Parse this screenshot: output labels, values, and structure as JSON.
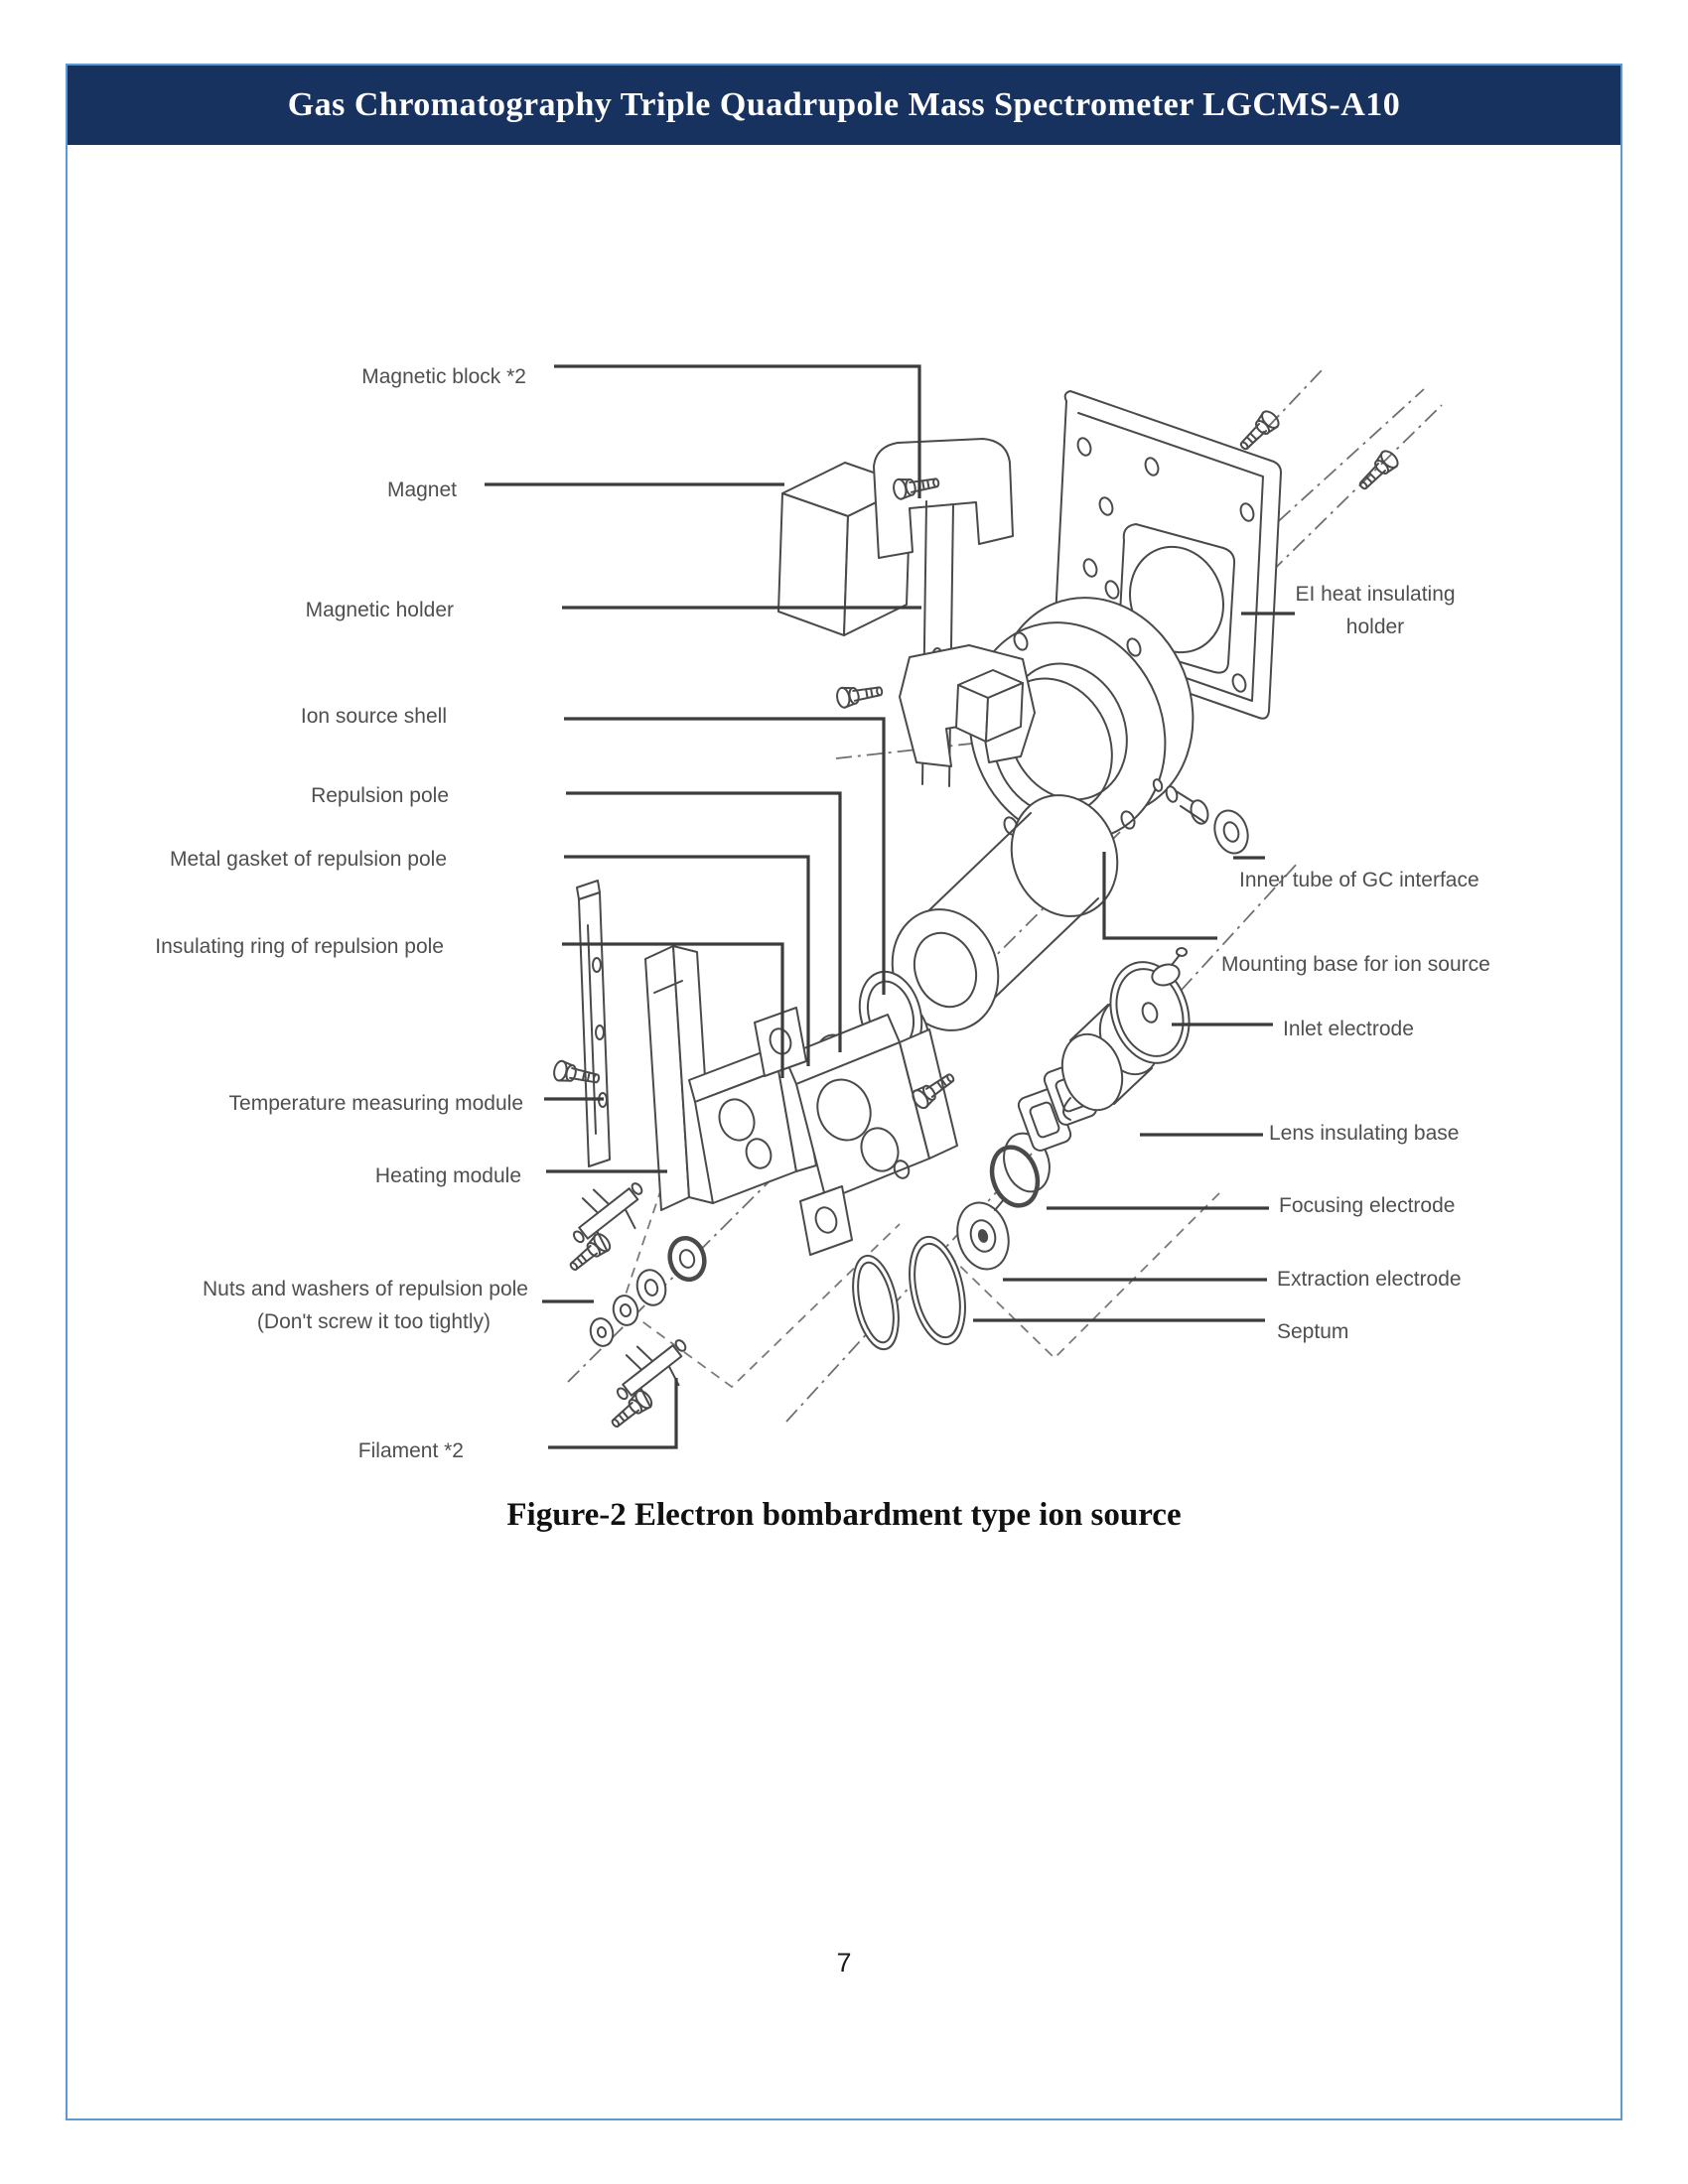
{
  "theme": {
    "header_bg": "#17325e",
    "page_border": "#5b9bd5",
    "line_color": "#4a4a4a",
    "label_color": "#4f4f4f"
  },
  "header": {
    "title": "Gas Chromatography Triple Quadrupole Mass Spectrometer LGCMS-A10"
  },
  "figure": {
    "caption": "Figure-2 Electron bombardment type ion source",
    "labels": {
      "magnetic_block": "Magnetic block *2",
      "magnet": "Magnet",
      "magnetic_holder": "Magnetic holder",
      "ion_source_shell": "Ion source shell",
      "repulsion_pole": "Repulsion pole",
      "metal_gasket": "Metal gasket of repulsion pole",
      "insulating_ring": "Insulating ring of repulsion pole",
      "temperature_module": "Temperature measuring module",
      "heating_module": "Heating module",
      "nuts": {
        "line1": "Nuts and washers of repulsion pole",
        "line2": "(Don't screw it too tightly)"
      },
      "filament": "Filament *2",
      "ei_holder": {
        "line1": "EI heat insulating",
        "line2": "holder"
      },
      "inner_tube": "Inner tube of GC interface",
      "mounting_base": "Mounting base for ion source",
      "inlet_electrode": "Inlet electrode",
      "lens_insulating_base": "Lens insulating base",
      "focusing_electrode": "Focusing electrode",
      "extraction_electrode": "Extraction electrode",
      "septum": "Septum"
    }
  },
  "footer": {
    "page_number": "7"
  }
}
